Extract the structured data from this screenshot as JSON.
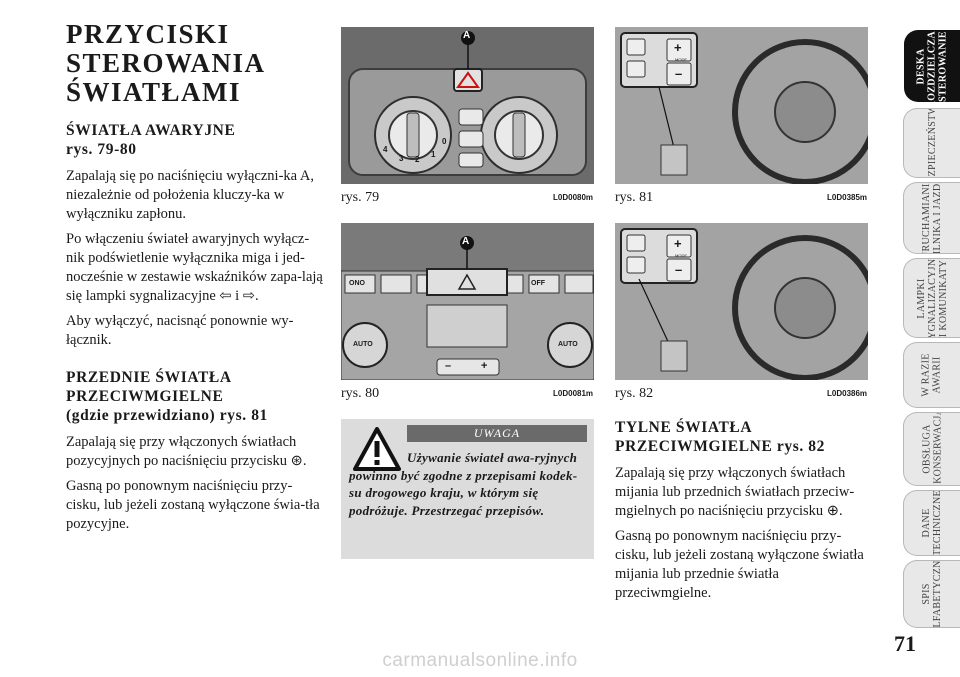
{
  "title": "PRZYCISKI\nSTEROWANIA\nŚWIATŁAMI",
  "sections": {
    "hazard": {
      "heading": "ŚWIATŁA AWARYJNE\nrys. 79-80",
      "p1": "Zapalają się po naciśnięciu wyłączni-ka A, niezależnie od położenia kluczy-ka w wyłączniku zapłonu.",
      "p2": "Po włączeniu świateł awaryjnych wyłącz-nik podświetlenie wyłącznika miga i jed-nocześnie w zestawie wskaźników zapa-lają się lampki sygnalizacyjne ⇦ i ⇨.",
      "p3": "Aby wyłączyć, nacisnąć ponownie wy-łącznik."
    },
    "front_fog": {
      "heading": "PRZEDNIE ŚWIATŁA\nPRZECIWMGIELNE\n(gdzie przewidziano) rys. 81",
      "p1": "Zapalają się przy włączonych światłach pozycyjnych po naciśnięciu przycisku ⊛.",
      "p2": "Gasną po ponownym naciśnięciu przy-cisku, lub jeżeli zostaną wyłączone świa-tła pozycyjne."
    },
    "rear_fog": {
      "heading": "TYLNE ŚWIATŁA\nPRZECIWMGIELNE rys. 82",
      "p1": "Zapalają się przy włączonych światłach mijania lub przednich światłach przeciw-mgielnych po naciśnięciu przycisku ⊕.",
      "p2": "Gasną po ponownym naciśnięciu przy-cisku, lub jeżeli zostaną wyłączone światła mijania lub przednie światła przeciwmgielne."
    }
  },
  "figures": {
    "f79": {
      "caption": "rys. 79",
      "code": "L0D0080m",
      "marker": "A",
      "dial_numbers": [
        "4",
        "3",
        "2",
        "1",
        "0"
      ]
    },
    "f80": {
      "caption": "rys. 80",
      "code": "L0D0081m",
      "marker": "A",
      "btn_off": "OFF",
      "btn_auto_l": "AUTO",
      "btn_auto_r": "AUTO",
      "btn_ono": "ONO",
      "fan_minus": "–",
      "fan_plus": "+"
    },
    "f81": {
      "caption": "rys. 81",
      "code": "L0D0385m",
      "plus": "+",
      "minus": "–",
      "mode": "MODE"
    },
    "f82": {
      "caption": "rys. 82",
      "code": "L0D0386m",
      "plus": "+",
      "minus": "–",
      "mode": "MODE"
    }
  },
  "warning": {
    "label": "UWAGA",
    "text": "Używanie świateł awa-ryjnych powinno być zgodne z przepisami kodek-su drogowego kraju, w którym się podróżuje. Przestrzegać przepisów."
  },
  "tabs": [
    {
      "label": "DESKA\nROZDZIELCZA I\nSTEROWANIE",
      "active": true
    },
    {
      "label": "BEZPIECZEŃSTWO",
      "active": false
    },
    {
      "label": "URUCHAMIANIE\nSILNIKA I JAZDA",
      "active": false
    },
    {
      "label": "LAMPKI\nSYGNALIZACYJNE\nI KOMUNIKATY",
      "active": false
    },
    {
      "label": "W RAZIE\nAWARII",
      "active": false
    },
    {
      "label": "OBSŁUGA\nI KONSERWACJA",
      "active": false
    },
    {
      "label": "DANE\nTECHNICZNE",
      "active": false
    },
    {
      "label": "SPIS\nALFABETYCZNY",
      "active": false
    }
  ],
  "page_number": "71",
  "watermark": "carmanualsonline.info"
}
